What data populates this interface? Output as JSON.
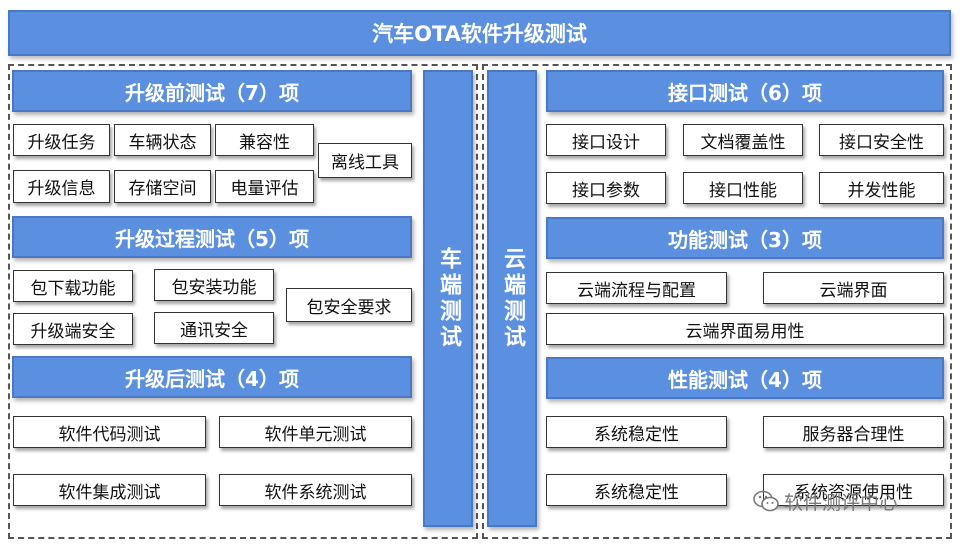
{
  "title": "汽车OTA软件升级测试",
  "vehicle_side": {
    "label": "车端测试",
    "sections": {
      "pre": {
        "header": "升级前测试（7）项",
        "items": [
          "升级任务",
          "车辆状态",
          "兼容性",
          "离线工具",
          "升级信息",
          "存储空间",
          "电量评估"
        ]
      },
      "process": {
        "header": "升级过程测试（5）项",
        "items": [
          "包下载功能",
          "包安装功能",
          "包安全要求",
          "升级端安全",
          "通讯安全"
        ]
      },
      "post": {
        "header": "升级后测试（4）项",
        "items": [
          "软件代码测试",
          "软件单元测试",
          "软件集成测试",
          "软件系统测试"
        ]
      }
    }
  },
  "cloud_side": {
    "label": "云端测试",
    "sections": {
      "interface": {
        "header": "接口测试（6）项",
        "items": [
          "接口设计",
          "文档覆盖性",
          "接口安全性",
          "接口参数",
          "接口性能",
          "并发性能"
        ]
      },
      "function": {
        "header": "功能测试（3）项",
        "items": [
          "云端流程与配置",
          "云端界面",
          "云端界面易用性"
        ]
      },
      "performance": {
        "header": "性能测试（4）项",
        "items": [
          "系统稳定性",
          "服务器合理性",
          "系统稳定性",
          "系统资源使用性"
        ]
      }
    }
  },
  "watermark": {
    "text": "软件测评中心",
    "icon": "wechat-icon"
  },
  "colors": {
    "accent": "#5b8fe0",
    "accent_border": "#4a78c4",
    "box_border": "#333333"
  }
}
